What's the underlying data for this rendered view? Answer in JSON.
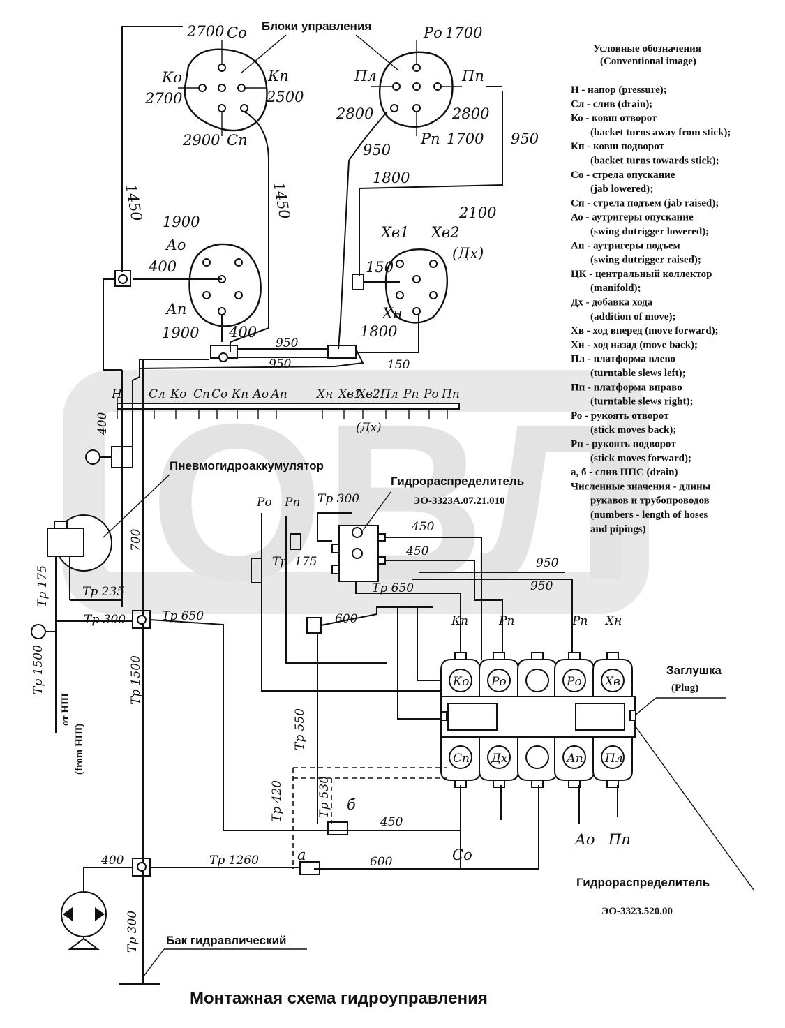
{
  "title": "Монтажная схема гидроуправления",
  "watermark": "ОВЛ",
  "headings": {
    "control_blocks": "Блоки управления",
    "accumulator": "Пневмогидроаккумулятор",
    "distributor1_name": "Гидрораспределитель",
    "distributor1_code": "ЭО-3323А.07.21.010",
    "distributor2_name": "Гидрораспределитель",
    "distributor2_code": "ЭО-3323.520.00",
    "plug_ru": "Заглушка",
    "plug_en": "(Plug)",
    "tank": "Бак гидравлический",
    "from_pump_ru": "от НШ",
    "from_pump_en": "(from НШ)"
  },
  "legend": {
    "title_ru": "Условные обозначения",
    "title_en": "(Conventional image)",
    "lines": [
      "Н - напор (pressure);",
      "Сл - слив (drain);",
      "Ко - ковш отворот",
      "(backet turns away from stick);",
      "Кп - ковш подворот",
      "(backet turns towards stick);",
      "Со - стрела опускание",
      "(jab lowered);",
      "Сп - стрела подъем (jab raised);",
      "Ао - аутригеры опускание",
      "(swing dutrigger lowered);",
      "Ап - аутригеры подъем",
      "(swing dutrigger raised);",
      "ЦК - центральный коллектор",
      "(manifold);",
      "Дх - добавка хода",
      "(addition of move);",
      "Хв - ход вперед (move forward);",
      "Хн - ход назад (move back);",
      "Пл - платформа влево",
      "(turntable slews left);",
      "Пп - платформа вправо",
      "(turntable slews right);",
      "Ро - рукоять отворот",
      "(stick moves back);",
      "Рп - рукоять подворот",
      "(stick moves forward);",
      "а, б - слив ППС (drain)",
      "Численные значения - длины",
      "рукавов и трубопроводов",
      "(numbers - length of  hoses",
      "and pipings)"
    ]
  },
  "block1": {
    "co": "Со",
    "ko": "Ко",
    "kp": "Кп",
    "cp": "Сп",
    "n2700a": "2700",
    "n2700b": "2700",
    "n2500": "2500",
    "n2900": "2900"
  },
  "block2": {
    "po": "Ро",
    "pl": "Пл",
    "pp": "Пп",
    "rp": "Рп",
    "n1700a": "1700",
    "n1700b": "1700",
    "n2800a": "2800",
    "n2800b": "2800"
  },
  "block3": {
    "ao": "Ао",
    "ap": "Ап",
    "n1900a": "1900",
    "n1900b": "1900",
    "n400a": "400",
    "n400b": "400"
  },
  "block4": {
    "xv1": "Хв1",
    "xv2": "Хв2",
    "dx": "(Дх)",
    "xn": "Хн",
    "n150": "150",
    "n1800": "1800",
    "n2100": "2100"
  },
  "lengths": {
    "n1450a": "1450",
    "n1450b": "1450",
    "n950a": "950",
    "n950b": "950",
    "n1800": "1800",
    "n950c": "950",
    "n950d": "950",
    "n150": "150"
  },
  "collector": {
    "labels": [
      "Н",
      "Сл",
      "Ко",
      "Сп",
      "Со",
      "Кп",
      "Ао",
      "Ап",
      "Хн",
      "Хв1",
      "Хв2",
      "Пл",
      "Рп",
      "Ро",
      "Пп"
    ],
    "dx": "(Дх)"
  },
  "mid": {
    "n400": "400",
    "n700": "700",
    "po": "Ро",
    "pp": "Рп",
    "tp300": "Тр 300",
    "tp": "Тр",
    "n175": "175",
    "n450a": "450",
    "n450b": "450",
    "n950a": "950",
    "n950b": "950",
    "tp650a": "Тр 650",
    "n600": "600",
    "tp235": "Тр 235",
    "tp300b": "Тр 300",
    "tp650b": "Тр 650",
    "tp175": "Тр 175",
    "tp1500a": "Тр 1500",
    "tp1500b": "Тр 1500"
  },
  "dist2_top": {
    "kp": "Кп",
    "pp": "Рп",
    "rp": "Рп",
    "xn": "Хн"
  },
  "dist2_sections_top": [
    "Ко",
    "Ро",
    "",
    "Ро",
    "Хв"
  ],
  "dist2_sections_bottom": [
    "Сп",
    "Дх",
    "",
    "Ап",
    "Пл"
  ],
  "bottom": {
    "tp550": "Тр 550",
    "tp420": "Тр 420",
    "tp530": "Тр 530",
    "b": "б",
    "n450": "450",
    "a": "а",
    "n600": "600",
    "co": "Со",
    "ao": "Ао",
    "pp": "Пп",
    "n400": "400",
    "tp1260": "Тр 1260",
    "tp300": "Тр 300"
  }
}
